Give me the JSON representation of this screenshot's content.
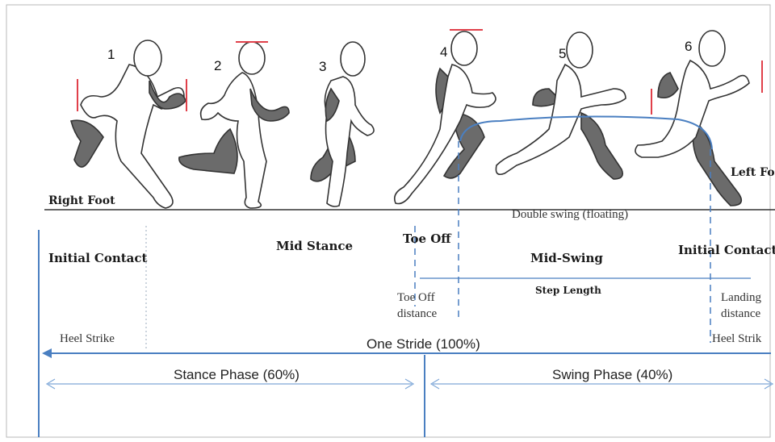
{
  "figure_numbers": [
    "1",
    "2",
    "3",
    "4",
    "5",
    "6"
  ],
  "foot_labels": {
    "right": "Right Foot",
    "left": "Left Fo"
  },
  "phases": {
    "initial_contact": "Initial Contact",
    "mid_stance": "Mid Stance",
    "toe_off": "Toe Off",
    "mid_swing": "Mid-Swing",
    "initial_contact_right": "Initial Contact"
  },
  "events": {
    "heel_strike": "Heel Strike",
    "heel_strike_right": "Heel Strik",
    "toe_off_distance_line1": "Toe Off",
    "toe_off_distance_line2": "distance",
    "landing_distance_line1": "Landing",
    "landing_distance_line2": "distance",
    "double_swing": "Double swing (floating)",
    "step_length": "Step Length"
  },
  "spans": {
    "one_stride": "One Stride (100%)",
    "stance_phase": "Stance Phase (60%)",
    "swing_phase": "Swing Phase (40%)"
  },
  "colors": {
    "accent_blue": "#4a7fc1",
    "limb_dark": "#6b6b6b",
    "marker_red": "#e0404a"
  }
}
